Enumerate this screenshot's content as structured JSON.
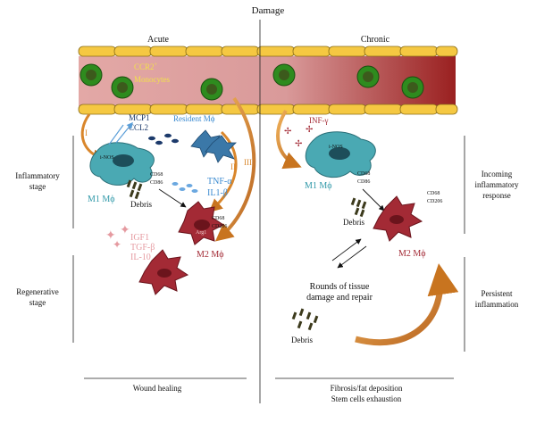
{
  "header": {
    "damage": "Damage",
    "acute": "Acute",
    "chronic": "Chronic"
  },
  "vessel": {
    "monocytes_line1": "CCR2",
    "monocytes_sup": "+",
    "monocytes_line2": "Monocytes"
  },
  "acute": {
    "mcp1": "MCP1",
    "ccl2": "CCL2",
    "resident": "Resident Mϕ",
    "arrow_i": "I",
    "arrow_ii": "II",
    "arrow_iii": "III",
    "inos": "i-NOS",
    "m1": "M1 Mϕ",
    "cd68": "CD68",
    "cd86": "CD86",
    "debris": "Debris",
    "tnf": "TNF-α",
    "il1": "IL1-β",
    "arg1": "Arg1",
    "cd68_m2": "CD68",
    "cd206": "CD206",
    "igf1": "IGF1",
    "tgfb": "TGF-β",
    "il10": "IL-10",
    "m2": "M2 Mϕ"
  },
  "chronic": {
    "ifn": "INF-γ",
    "inos": "i-NOS",
    "m1": "M1 Mϕ",
    "cd68": "CD68",
    "cd86": "CD86",
    "cd68_m2": "CD68",
    "cd206": "CD206",
    "debris": "Debris",
    "m2": "M2 Mϕ",
    "rounds_line1": "Rounds of tissue",
    "rounds_line2": "damage and repair",
    "debris2": "Debris"
  },
  "stages": {
    "inflammatory_line1": "Inflammatory",
    "inflammatory_line2": "stage",
    "regenerative_line1": "Regenerative",
    "regenerative_line2": "stage",
    "incoming_line1": "Incoming",
    "incoming_line2": "inflammatory",
    "incoming_line3": "response",
    "persistent_line1": "Persistent",
    "persistent_line2": "inflammation"
  },
  "footer": {
    "wound_healing": "Wound healing",
    "fibrosis": "Fibrosis/fat deposition",
    "stem": "Stem cells exhaustion"
  },
  "colors": {
    "vessel_wall": "#f5c842",
    "lumen": "#d99a9a",
    "lumen_dark": "#a03030",
    "monocyte_outer": "#2e8b1e",
    "monocyte_inner": "#3c5a1c",
    "m1_fill": "#4aa9b3",
    "m2_fill": "#a32a35",
    "resident_fill": "#3b78a8",
    "orange_arrow": "#d9862b",
    "teal_text": "#2f98a8",
    "blue_text": "#3a8ad0",
    "pink_text": "#e59aa0"
  }
}
